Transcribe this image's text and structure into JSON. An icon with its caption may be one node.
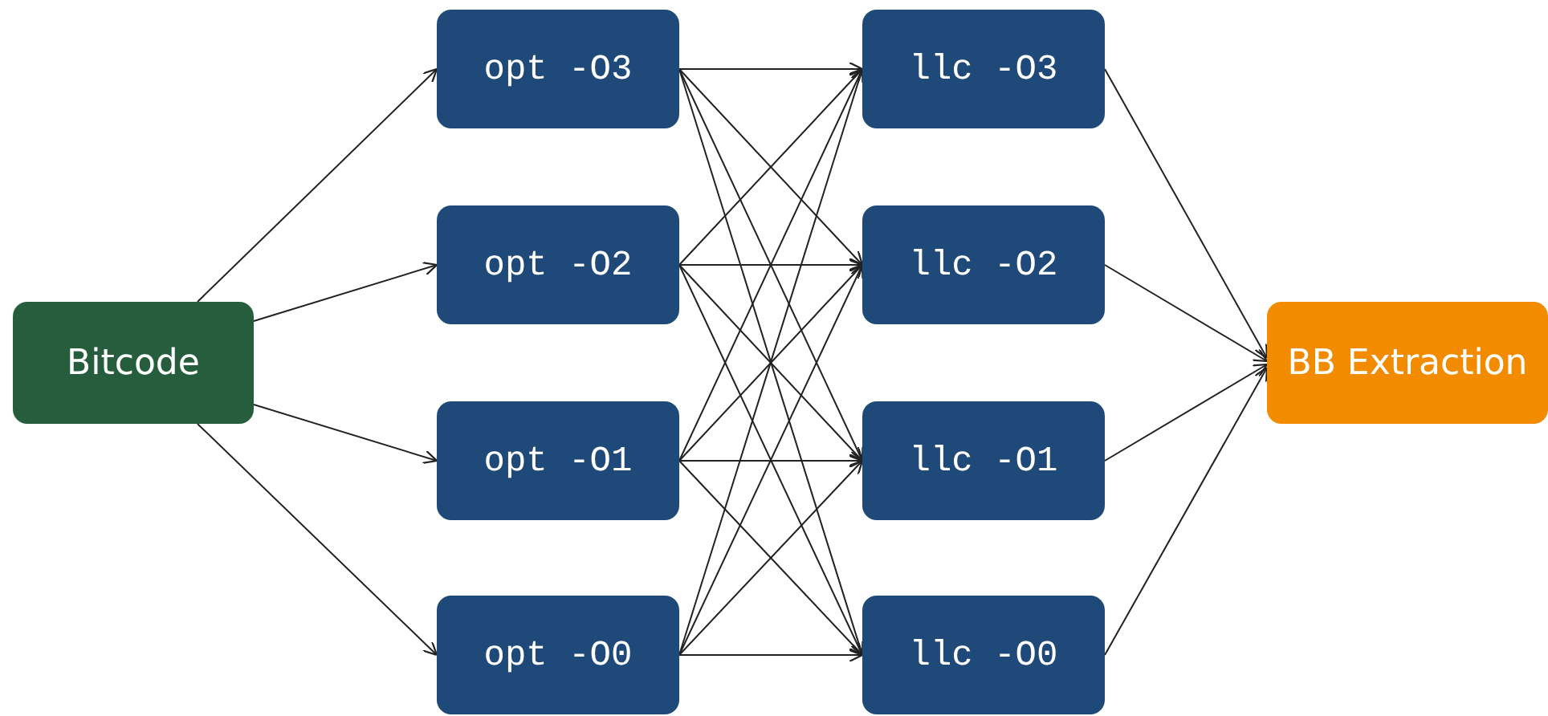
{
  "diagram": {
    "nodes": [
      {
        "text": [
          "Bitcode"
        ]
      },
      {
        "text": [
          "opt -O3"
        ]
      },
      {
        "text": [
          "opt -O2"
        ]
      },
      {
        "text": [
          "opt -O1"
        ]
      },
      {
        "text": [
          "opt -O0"
        ]
      },
      {
        "text": [
          "llc -O3"
        ]
      },
      {
        "text": [
          "llc -O2"
        ]
      },
      {
        "text": [
          "llc -O1"
        ]
      },
      {
        "text": [
          "llc -O0"
        ]
      },
      {
        "text": [
          "BB Extraction"
        ]
      }
    ],
    "edges": [
      {
        "from": 0,
        "to": 1,
        "arrow": "to"
      },
      {
        "from": 0,
        "to": 2,
        "arrow": "to"
      },
      {
        "from": 0,
        "to": 3,
        "arrow": "to"
      },
      {
        "from": 0,
        "to": 4,
        "arrow": "to"
      },
      {
        "from": 1,
        "to": 5,
        "arrow": "to"
      },
      {
        "from": 1,
        "to": 6,
        "arrow": "to"
      },
      {
        "from": 1,
        "to": 7,
        "arrow": "to"
      },
      {
        "from": 1,
        "to": 8,
        "arrow": "to"
      },
      {
        "from": 2,
        "to": 5,
        "arrow": "to"
      },
      {
        "from": 2,
        "to": 6,
        "arrow": "to"
      },
      {
        "from": 2,
        "to": 7,
        "arrow": "to"
      },
      {
        "from": 2,
        "to": 8,
        "arrow": "to"
      },
      {
        "from": 3,
        "to": 5,
        "arrow": "to"
      },
      {
        "from": 3,
        "to": 6,
        "arrow": "to"
      },
      {
        "from": 3,
        "to": 7,
        "arrow": "to"
      },
      {
        "from": 3,
        "to": 8,
        "arrow": "to"
      },
      {
        "from": 4,
        "to": 5,
        "arrow": "to"
      },
      {
        "from": 4,
        "to": 6,
        "arrow": "to"
      },
      {
        "from": 4,
        "to": 7,
        "arrow": "to"
      },
      {
        "from": 4,
        "to": 8,
        "arrow": "to"
      },
      {
        "from": 5,
        "to": 9,
        "arrow": "to"
      },
      {
        "from": 6,
        "to": 9,
        "arrow": "to"
      },
      {
        "from": 7,
        "to": 9,
        "arrow": "to"
      },
      {
        "from": 8,
        "to": 9,
        "arrow": "to"
      }
    ]
  }
}
